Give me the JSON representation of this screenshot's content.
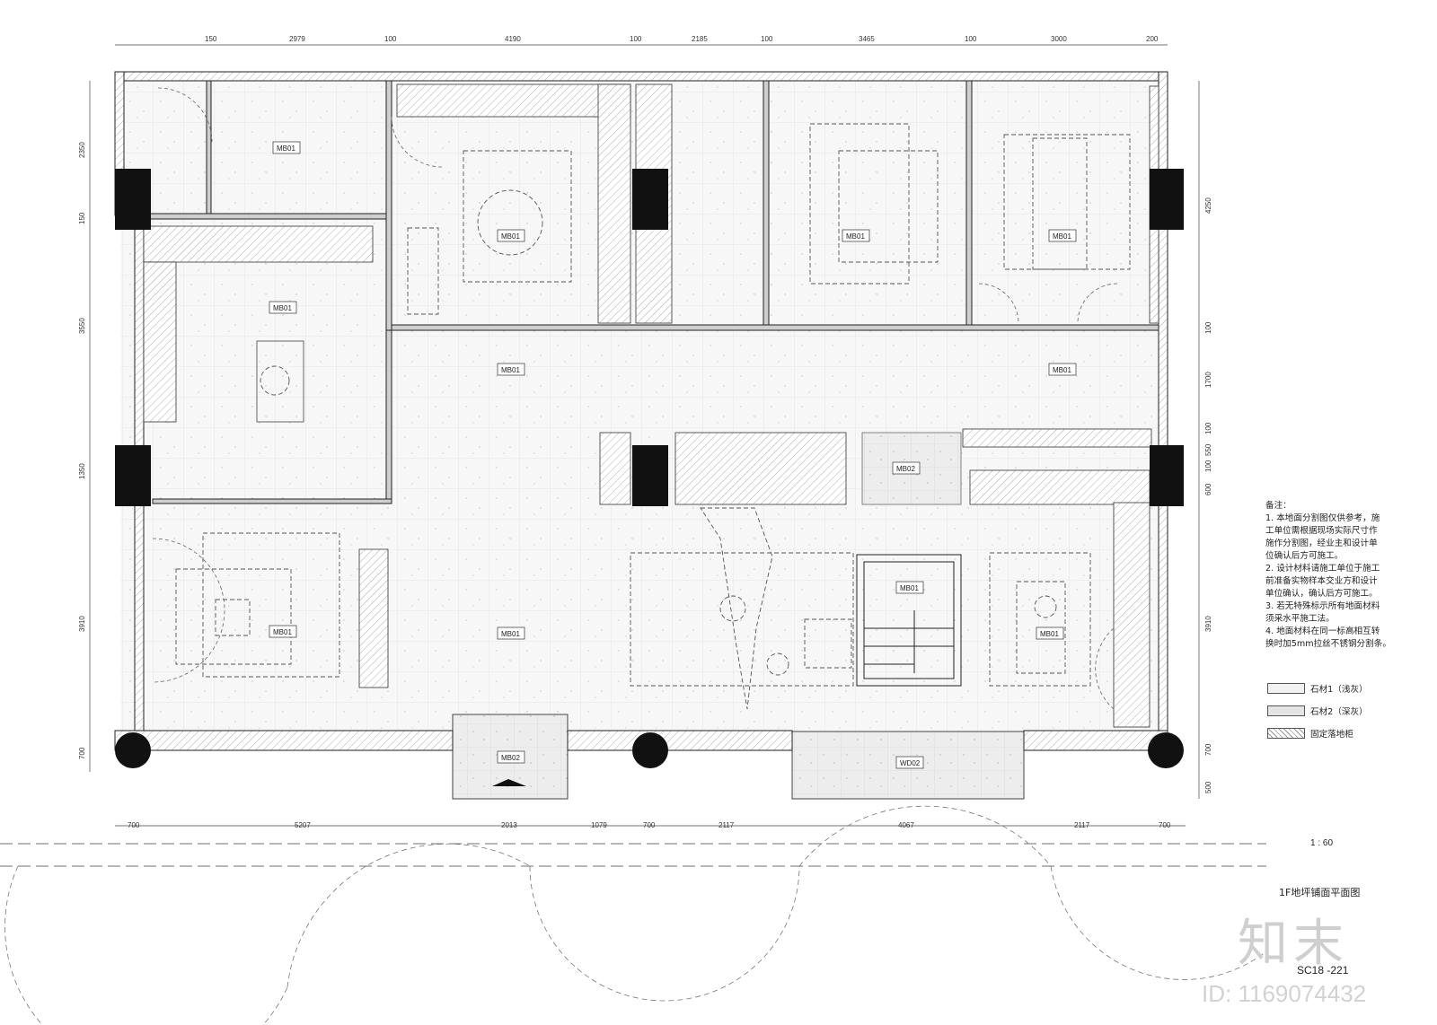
{
  "dimensions": {
    "top": [
      "150",
      "2979",
      "100",
      "4190",
      "100",
      "2185",
      "100",
      "3465",
      "100",
      "3000",
      "200"
    ],
    "bottom": [
      "700",
      "5207",
      "2013",
      "1079",
      "700",
      "2117",
      "4067",
      "2117",
      "700"
    ],
    "left": [
      "2350",
      "150",
      "3550",
      "1350",
      "3910",
      "700"
    ],
    "right": [
      "4250",
      "100",
      "1700",
      "100",
      "550",
      "100",
      "600",
      "3910",
      "700",
      "500"
    ]
  },
  "rooms": [
    "MB01",
    "MB01",
    "MB01",
    "MB01",
    "MB01",
    "MB01",
    "MB01",
    "MB02",
    "MB01",
    "MB01",
    "MB01",
    "MB02",
    "WD02"
  ],
  "notes": {
    "title": "备注：",
    "lines": [
      "1. 本地面分割图仅供参考，施",
      "工单位需根据现场实际尺寸作",
      "施作分割图，经业主和设计单",
      "位确认后方可施工。",
      "2. 设计材料请施工单位于施工",
      "前准备实物样本交业方和设计",
      "单位确认，确认后方可施工。",
      "3. 若无特殊标示所有地面材料",
      "须采水平施工法。",
      "4. 地面材料在同一标高相互转",
      "换时加5mm拉丝不锈钢分割条。"
    ]
  },
  "legend": [
    {
      "label": "石材1（浅灰）",
      "color": "#f2f2f2"
    },
    {
      "label": "石材2（深灰）",
      "color": "#e4e4e4"
    },
    {
      "label": "固定落地柜",
      "color": "#dcdcdc"
    }
  ],
  "scale": "1 : 60",
  "drawing_title": "1F地坪铺面平面图",
  "drawing_code": "SC18 -221",
  "watermark": {
    "logo": "知末",
    "id": "ID: 1169074432"
  }
}
